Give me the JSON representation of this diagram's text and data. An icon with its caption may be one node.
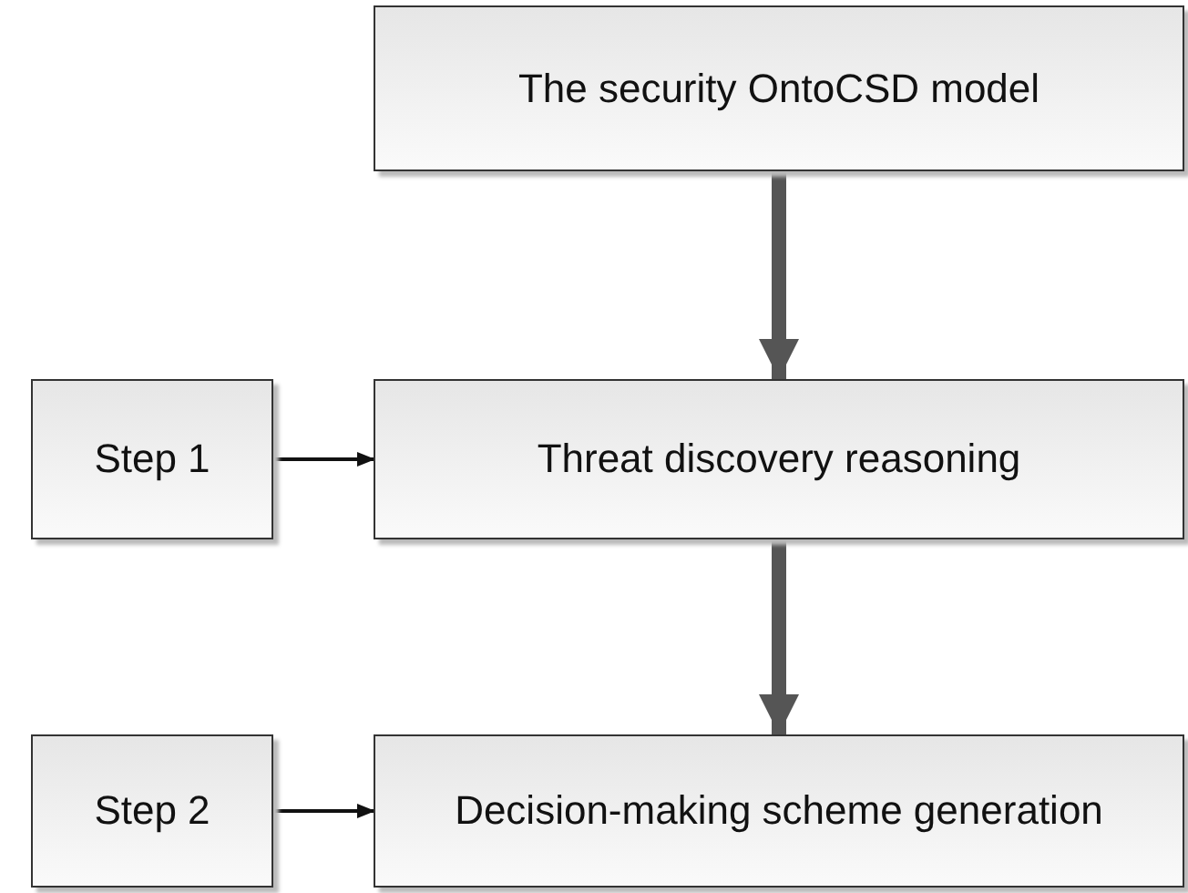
{
  "diagram": {
    "nodes": [
      {
        "text": [
          "The security OntoCSD model"
        ]
      },
      {
        "text": [
          "Step 1"
        ]
      },
      {
        "text": [
          "Threat discovery reasoning"
        ]
      },
      {
        "text": [
          "Step 2"
        ]
      },
      {
        "text": [
          "Decision-making scheme generation"
        ]
      }
    ],
    "edges": [
      {
        "from": 0,
        "to": 2,
        "arrow": "to",
        "style": "thick"
      },
      {
        "from": 1,
        "to": 2,
        "arrow": "to"
      },
      {
        "from": 2,
        "to": 4,
        "arrow": "to",
        "style": "thick"
      },
      {
        "from": 3,
        "to": 4,
        "arrow": "to"
      }
    ]
  }
}
